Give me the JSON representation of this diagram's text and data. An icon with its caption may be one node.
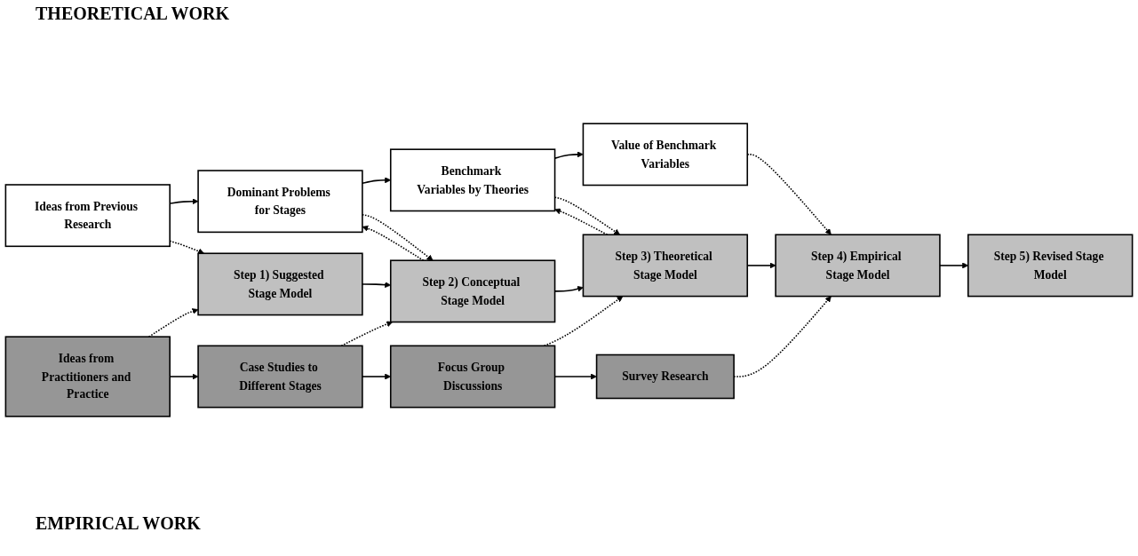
{
  "diagram": {
    "nodes": [
      {
        "text": [
          "Ideas from Previous Research"
        ]
      },
      {
        "text": [
          "Dominant Problems for Stages"
        ]
      },
      {
        "text": [
          "Benchmark Variables by Theories"
        ]
      },
      {
        "text": [
          "Value of Benchmark Variables"
        ]
      },
      {
        "text": [
          "Step 1) Suggested Stage Model"
        ]
      },
      {
        "text": [
          "Step 2) Conceptual Stage Model"
        ]
      },
      {
        "text": [
          "Step 3) Theoretical Stage Model"
        ]
      },
      {
        "text": [
          "Step 4) Empirical Stage Model"
        ]
      },
      {
        "text": [
          "Step 5) Revised Stage Model"
        ]
      },
      {
        "text": [
          "Ideas from Practitioners and Practice"
        ]
      },
      {
        "text": [
          "Case Studies to Different Stages"
        ]
      },
      {
        "text": [
          "Focus Group Discussions"
        ]
      },
      {
        "text": [
          "Survey Research"
        ]
      }
    ],
    "edges": [
      {
        "from": 0,
        "to": 1,
        "arrow": "to"
      },
      {
        "from": 1,
        "to": 2,
        "arrow": "to"
      },
      {
        "from": 2,
        "to": 3,
        "arrow": "to"
      },
      {
        "from": 0,
        "to": 4,
        "arrow": "to",
        "style": "dashed"
      },
      {
        "from": 1,
        "to": 5,
        "arrow": "to",
        "style": "dashed"
      },
      {
        "from": 5,
        "to": 1,
        "arrow": "to",
        "style": "dashed"
      },
      {
        "from": 2,
        "to": 6,
        "arrow": "to",
        "style": "dashed"
      },
      {
        "from": 6,
        "to": 2,
        "arrow": "to",
        "style": "dashed"
      },
      {
        "from": 3,
        "to": 7,
        "arrow": "to",
        "style": "dashed"
      },
      {
        "from": 4,
        "to": 5,
        "arrow": "to"
      },
      {
        "from": 5,
        "to": 6,
        "arrow": "to"
      },
      {
        "from": 6,
        "to": 7,
        "arrow": "to"
      },
      {
        "from": 7,
        "to": 8,
        "arrow": "to"
      },
      {
        "from": 9,
        "to": 4,
        "arrow": "to",
        "style": "dashed"
      },
      {
        "from": 10,
        "to": 5,
        "arrow": "to",
        "style": "dashed"
      },
      {
        "from": 11,
        "to": 6,
        "arrow": "to",
        "style": "dashed"
      },
      {
        "from": 12,
        "to": 7,
        "arrow": "to",
        "style": "dashed"
      },
      {
        "from": 9,
        "to": 10,
        "arrow": "to"
      },
      {
        "from": 10,
        "to": 11,
        "arrow": "to"
      },
      {
        "from": 11,
        "to": 12,
        "arrow": "to"
      }
    ],
    "labels": [
      "THEORETICAL WORK",
      "EMPIRICAL WORK"
    ]
  }
}
